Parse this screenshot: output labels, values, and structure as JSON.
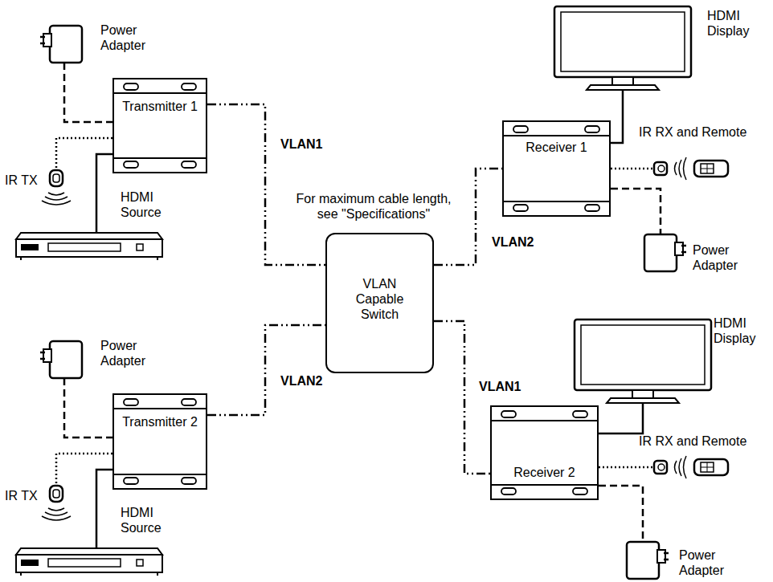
{
  "diagram": {
    "nodes": [
      {
        "text": [
          "Transmitter 1"
        ]
      },
      {
        "text": [
          "Transmitter 2"
        ]
      },
      {
        "text": [
          "VLAN Capable Switch"
        ]
      },
      {
        "text": [
          "Receiver 1"
        ]
      },
      {
        "text": [
          "Receiver 2"
        ]
      }
    ],
    "edges": [
      {
        "from": 0,
        "to": 2,
        "label": "VLAN1",
        "arrow": "none"
      },
      {
        "from": 1,
        "to": 2,
        "label": "VLAN2",
        "arrow": "none"
      },
      {
        "from": 2,
        "to": 3,
        "label": "VLAN2",
        "arrow": "none"
      },
      {
        "from": 2,
        "to": 4,
        "label": "VLAN1",
        "arrow": "none"
      }
    ],
    "labels": [
      "Power Adapter",
      "IR TX",
      "HDMI Source",
      "Power Adapter",
      "IR TX",
      "HDMI Source",
      "HDMI Display",
      "IR RX and Remote",
      "Power Adapter",
      "HDMI Display",
      "IR RX and Remote",
      "Power Adapter",
      "For maximum cable length, see \"Specifications\""
    ]
  }
}
